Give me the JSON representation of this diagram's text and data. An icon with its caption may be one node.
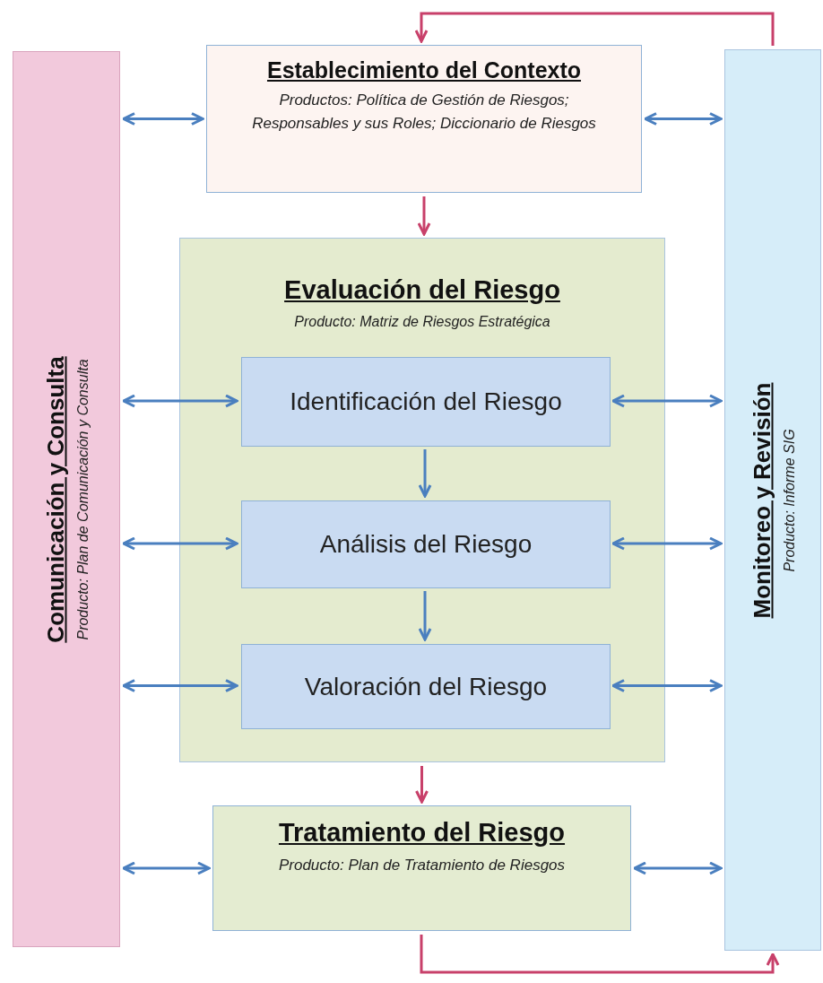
{
  "diagram": {
    "nodes": [
      {
        "text": [
          "Comunicación y Consulta",
          "Producto: Plan de Comunicación y Consulta"
        ]
      },
      {
        "text": [
          "Establecimiento del Contexto",
          "Productos: Política de Gestión de Riesgos; Responsables y sus Roles; Diccionario de Riesgos"
        ]
      },
      {
        "text": [
          "Evaluación del Riesgo",
          "Producto: Matriz de Riesgos Estratégica"
        ]
      },
      {
        "text": [
          "Identificación del Riesgo"
        ],
        "in": 2
      },
      {
        "text": [
          "Análisis del Riesgo"
        ],
        "in": 2
      },
      {
        "text": [
          "Valoración del Riesgo"
        ],
        "in": 2
      },
      {
        "text": [
          "Tratamiento del Riesgo",
          "Producto: Plan de Tratamiento de Riesgos"
        ]
      },
      {
        "text": [
          "Monitoreo y Revisión",
          "Producto: Informe SIG"
        ]
      }
    ],
    "edges": [
      {
        "from": 0,
        "to": 1,
        "arrow": "both"
      },
      {
        "from": 1,
        "to": 7,
        "arrow": "both"
      },
      {
        "from": 7,
        "to": 1,
        "arrow": "to",
        "color": "#c8406a"
      },
      {
        "from": 1,
        "to": 2,
        "arrow": "to",
        "color": "#c8406a"
      },
      {
        "from": 0,
        "to": 3,
        "arrow": "both"
      },
      {
        "from": 3,
        "to": 7,
        "arrow": "both"
      },
      {
        "from": 3,
        "to": 4,
        "arrow": "to"
      },
      {
        "from": 0,
        "to": 4,
        "arrow": "both"
      },
      {
        "from": 4,
        "to": 7,
        "arrow": "both"
      },
      {
        "from": 4,
        "to": 5,
        "arrow": "to"
      },
      {
        "from": 0,
        "to": 5,
        "arrow": "both"
      },
      {
        "from": 5,
        "to": 7,
        "arrow": "both"
      },
      {
        "from": 2,
        "to": 6,
        "arrow": "to",
        "color": "#c8406a"
      },
      {
        "from": 0,
        "to": 6,
        "arrow": "both"
      },
      {
        "from": 6,
        "to": 7,
        "arrow": "both"
      },
      {
        "from": 6,
        "to": 7,
        "arrow": "to",
        "color": "#c8406a"
      }
    ]
  }
}
